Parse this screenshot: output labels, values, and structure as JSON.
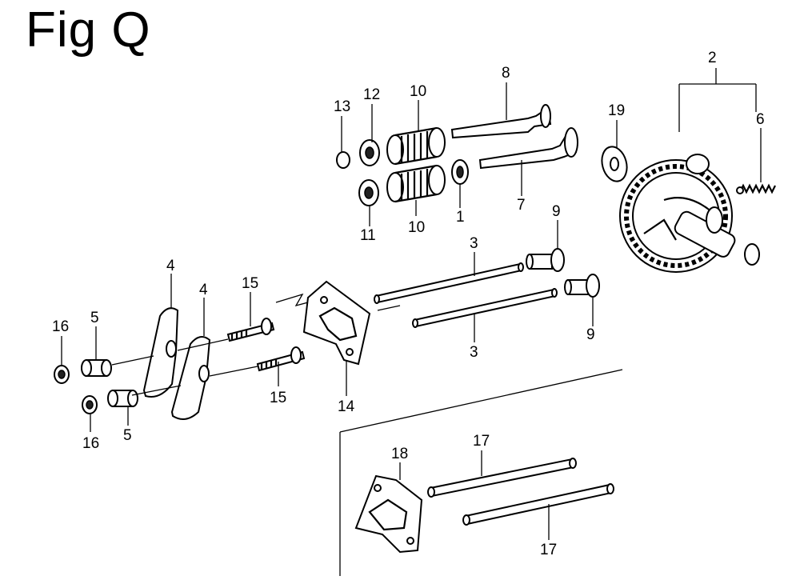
{
  "diagram": {
    "title": "Fig Q",
    "callouts": [
      {
        "id": "c1",
        "text": "1"
      },
      {
        "id": "c2",
        "text": "2"
      },
      {
        "id": "c3a",
        "text": "3"
      },
      {
        "id": "c3b",
        "text": "3"
      },
      {
        "id": "c4a",
        "text": "4"
      },
      {
        "id": "c4b",
        "text": "4"
      },
      {
        "id": "c5a",
        "text": "5"
      },
      {
        "id": "c5b",
        "text": "5"
      },
      {
        "id": "c6",
        "text": "6"
      },
      {
        "id": "c7",
        "text": "7"
      },
      {
        "id": "c8",
        "text": "8"
      },
      {
        "id": "c9a",
        "text": "9"
      },
      {
        "id": "c9b",
        "text": "9"
      },
      {
        "id": "c10a",
        "text": "10"
      },
      {
        "id": "c10b",
        "text": "10"
      },
      {
        "id": "c11",
        "text": "11"
      },
      {
        "id": "c12",
        "text": "12"
      },
      {
        "id": "c13",
        "text": "13"
      },
      {
        "id": "c14",
        "text": "14"
      },
      {
        "id": "c15a",
        "text": "15"
      },
      {
        "id": "c15b",
        "text": "15"
      },
      {
        "id": "c16a",
        "text": "16"
      },
      {
        "id": "c16b",
        "text": "16"
      },
      {
        "id": "c17a",
        "text": "17"
      },
      {
        "id": "c17b",
        "text": "17"
      },
      {
        "id": "c18",
        "text": "18"
      },
      {
        "id": "c19",
        "text": "19"
      }
    ]
  }
}
